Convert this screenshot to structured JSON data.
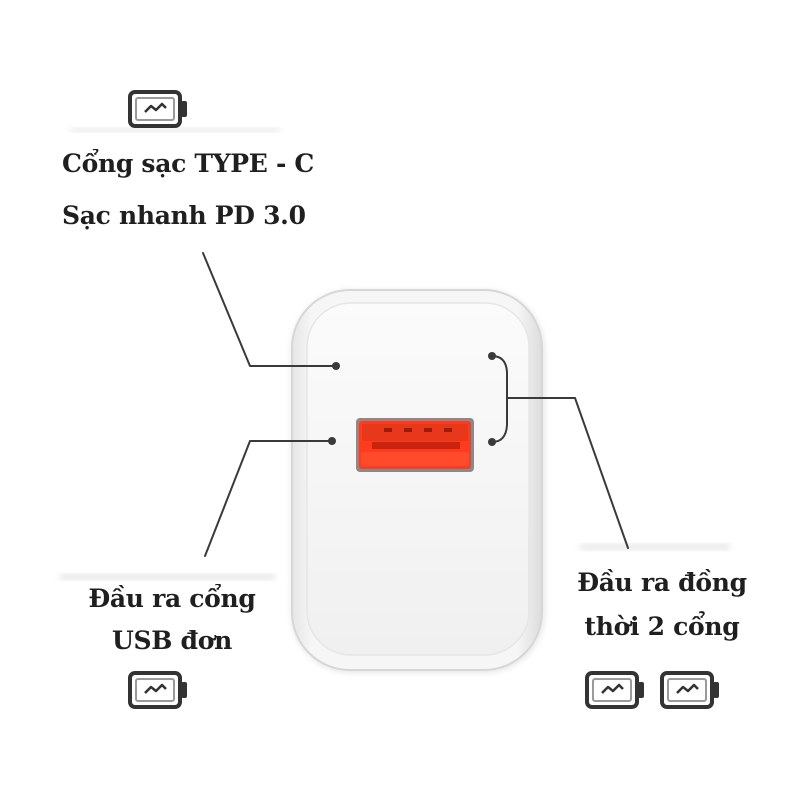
{
  "labels": {
    "type_c_line1": "Cổng sạc TYPE - C",
    "type_c_line2": "Sạc nhanh PD 3.0",
    "usb_line1": "Đầu ra cổng",
    "usb_line2": "USB đơn",
    "dual_line1": "Đầu ra đồng",
    "dual_line2": "thời 2 cổng"
  },
  "icons": {
    "battery": "battery-charging-icon"
  },
  "colors": {
    "text": "#1f1f1f",
    "leader_line": "#3a3a3a",
    "charger_body": "#f3f3f3",
    "usb_port": "#ff3b1f",
    "battery_outline": "#333333"
  }
}
